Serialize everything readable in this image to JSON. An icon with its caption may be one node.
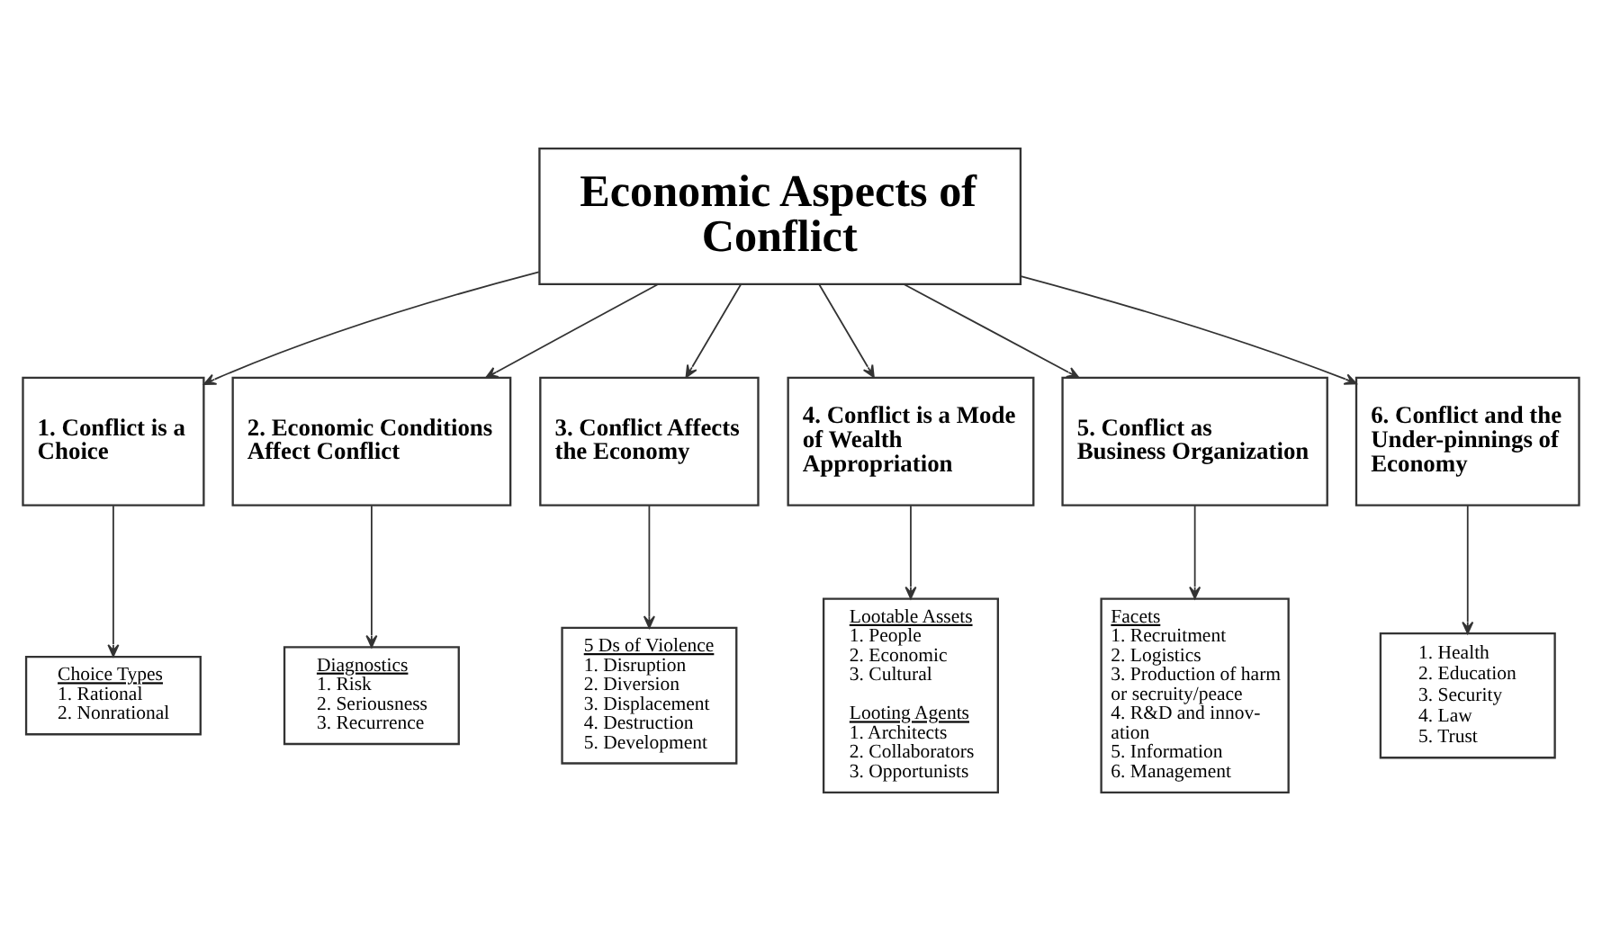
{
  "diagram": {
    "nodes": [
      {
        "text": [
          "Economic Aspects of Conflict"
        ]
      },
      {
        "text": [
          "1. Conflict is a Choice"
        ]
      },
      {
        "text": [
          "2. Economic Conditions Affect Conflict"
        ]
      },
      {
        "text": [
          "3. Conflict Affects the Economy"
        ]
      },
      {
        "text": [
          "4. Conflict is a Mode of Wealth Appropriation"
        ]
      },
      {
        "text": [
          "5. Conflict as Business Organization"
        ]
      },
      {
        "text": [
          "6. Conflict and the Under-pinnings of Economy"
        ]
      },
      {
        "text": [
          "Choice Types",
          "1. Rational",
          "2. Nonrational"
        ]
      },
      {
        "text": [
          "Diagnostics",
          "1. Risk",
          "2. Seriousness",
          "3. Recurrence"
        ]
      },
      {
        "text": [
          "5 Ds of Violence",
          "1. Disruption",
          "2. Diversion",
          "3. Displacement",
          "4. Destruction",
          "5. Development"
        ]
      },
      {
        "text": [
          "Lootable Assets",
          "1. People",
          "2. Economic",
          "3. Cultural",
          "Looting Agents",
          "1. Architects",
          "2. Collaborators",
          "3. Opportunists"
        ]
      },
      {
        "text": [
          "Facets",
          "1. Recruitment",
          "2. Logistics",
          "3. Production of harm or secruity/peace",
          "4. R&D and innov- ation",
          "5. Information",
          "6. Management"
        ]
      },
      {
        "text": [
          "1. Health",
          "2. Education",
          "3. Security",
          "4. Law",
          "5. Trust"
        ]
      }
    ],
    "edges": [
      {
        "from": 0,
        "to": 1,
        "arrow": "to"
      },
      {
        "from": 0,
        "to": 2,
        "arrow": "to"
      },
      {
        "from": 0,
        "to": 3,
        "arrow": "to"
      },
      {
        "from": 0,
        "to": 4,
        "arrow": "to"
      },
      {
        "from": 0,
        "to": 5,
        "arrow": "to"
      },
      {
        "from": 0,
        "to": 6,
        "arrow": "to"
      },
      {
        "from": 1,
        "to": 7,
        "arrow": "to"
      },
      {
        "from": 2,
        "to": 8,
        "arrow": "to"
      },
      {
        "from": 3,
        "to": 9,
        "arrow": "to"
      },
      {
        "from": 4,
        "to": 10,
        "arrow": "to"
      },
      {
        "from": 5,
        "to": 11,
        "arrow": "to"
      },
      {
        "from": 6,
        "to": 12,
        "arrow": "to"
      }
    ]
  }
}
